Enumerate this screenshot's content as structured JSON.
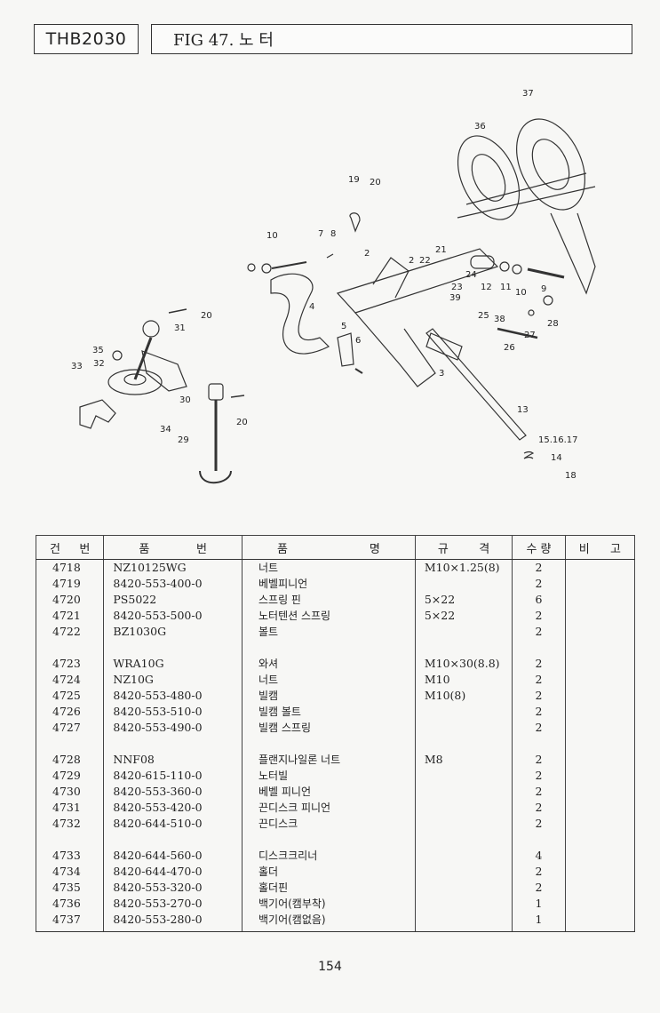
{
  "header": {
    "model": "THB2030",
    "figure_title": "FIG 47. 노 터"
  },
  "diagram": {
    "callouts": [
      "37",
      "36",
      "19",
      "20",
      "10",
      "7",
      "8",
      "2",
      "2",
      "22",
      "21",
      "24",
      "12",
      "11",
      "10",
      "9",
      "4",
      "23",
      "39",
      "25",
      "38",
      "27",
      "28",
      "5",
      "6",
      "3",
      "26",
      "13",
      "15.16.17",
      "14",
      "18",
      "20",
      "31",
      "35",
      "32",
      "33",
      "34",
      "30",
      "20",
      "29"
    ]
  },
  "table": {
    "headers": {
      "no": [
        "건",
        "번"
      ],
      "part_no": [
        "품",
        "번"
      ],
      "part_name": [
        "품",
        "명"
      ],
      "spec": [
        "규",
        "격"
      ],
      "qty": "수 량",
      "remarks": [
        "비",
        "고"
      ]
    },
    "groups": [
      [
        {
          "no": "4718",
          "part": "NZ10125WG",
          "name": "너트",
          "spec": "M10×1.25(8)",
          "qty": "2"
        },
        {
          "no": "4719",
          "part": "8420-553-400-0",
          "name": "베벨피니언",
          "spec": "",
          "qty": "2"
        },
        {
          "no": "4720",
          "part": "PS5022",
          "name": "스프링 핀",
          "spec": "5×22",
          "qty": "6"
        },
        {
          "no": "4721",
          "part": "8420-553-500-0",
          "name": "노터텐션 스프링",
          "spec": "5×22",
          "qty": "2"
        },
        {
          "no": "4722",
          "part": "BZ1030G",
          "name": "볼트",
          "spec": "",
          "qty": "2"
        }
      ],
      [
        {
          "no": "4723",
          "part": "WRA10G",
          "name": "와셔",
          "spec": "M10×30(8.8)",
          "qty": "2"
        },
        {
          "no": "4724",
          "part": "NZ10G",
          "name": "너트",
          "spec": "M10",
          "qty": "2"
        },
        {
          "no": "4725",
          "part": "8420-553-480-0",
          "name": "빌캠",
          "spec": "M10(8)",
          "qty": "2"
        },
        {
          "no": "4726",
          "part": "8420-553-510-0",
          "name": "빌캠 볼트",
          "spec": "",
          "qty": "2"
        },
        {
          "no": "4727",
          "part": "8420-553-490-0",
          "name": "빌캠 스프링",
          "spec": "",
          "qty": "2"
        }
      ],
      [
        {
          "no": "4728",
          "part": "NNF08",
          "name": "플랜지나일론 너트",
          "spec": "M8",
          "qty": "2"
        },
        {
          "no": "4729",
          "part": "8420-615-110-0",
          "name": "노터빌",
          "spec": "",
          "qty": "2"
        },
        {
          "no": "4730",
          "part": "8420-553-360-0",
          "name": "베벨 피니언",
          "spec": "",
          "qty": "2"
        },
        {
          "no": "4731",
          "part": "8420-553-420-0",
          "name": "끈디스크 피니언",
          "spec": "",
          "qty": "2"
        },
        {
          "no": "4732",
          "part": "8420-644-510-0",
          "name": "끈디스크",
          "spec": "",
          "qty": "2"
        }
      ],
      [
        {
          "no": "4733",
          "part": "8420-644-560-0",
          "name": "디스크크리너",
          "spec": "",
          "qty": "4"
        },
        {
          "no": "4734",
          "part": "8420-644-470-0",
          "name": "홀더",
          "spec": "",
          "qty": "2"
        },
        {
          "no": "4735",
          "part": "8420-553-320-0",
          "name": "홀더핀",
          "spec": "",
          "qty": "2"
        },
        {
          "no": "4736",
          "part": "8420-553-270-0",
          "name": "백기어(캠부착)",
          "spec": "",
          "qty": "1"
        },
        {
          "no": "4737",
          "part": "8420-553-280-0",
          "name": "백기어(캠없음)",
          "spec": "",
          "qty": "1"
        }
      ]
    ]
  },
  "footer": {
    "page_number": "154"
  }
}
